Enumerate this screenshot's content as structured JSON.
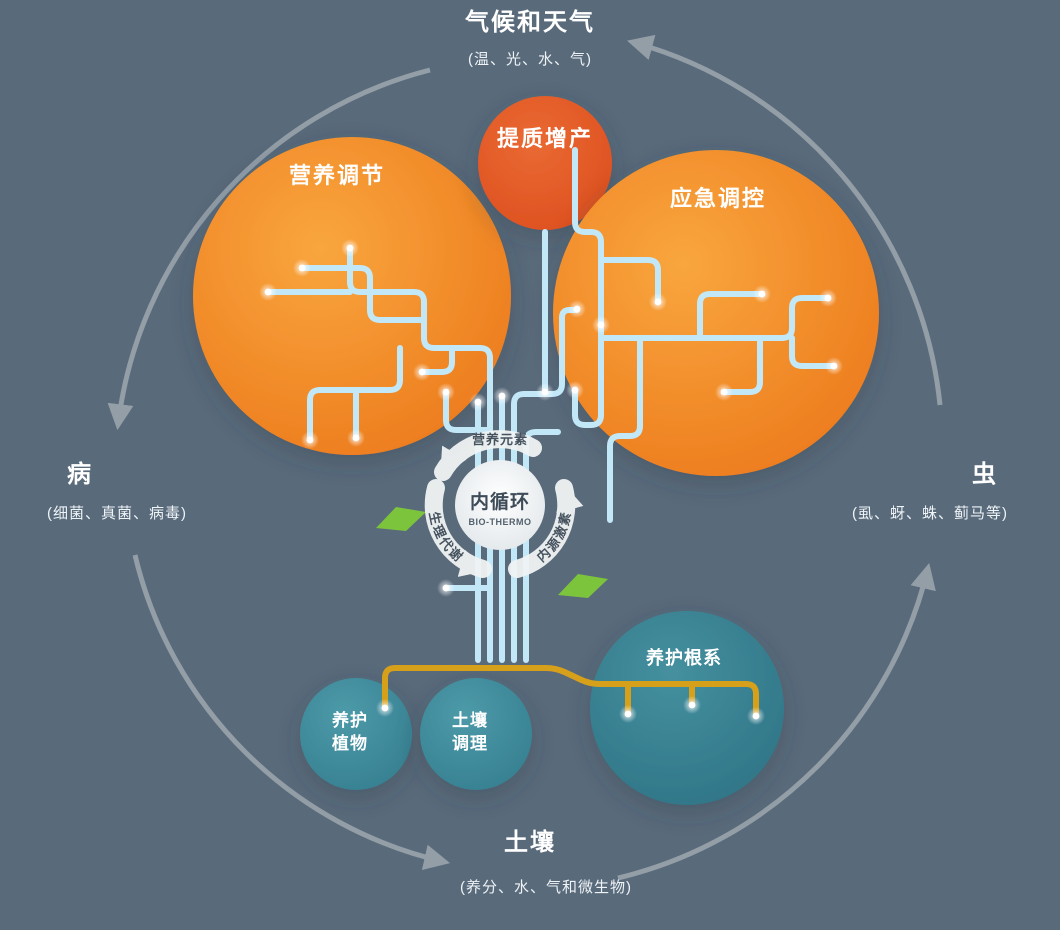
{
  "background": "#596a7b",
  "palette": {
    "orange": "#ec7a1c",
    "orange_light": "#f9a63e",
    "red_orange": "#dd4f1f",
    "teal": "#3f8e9e",
    "teal_dark": "#2e7486",
    "branch_blue": "#c2e8f8",
    "root_gold": "#d7a01b",
    "arrow_gray": "#9aa4ac",
    "leaf_green": "#7cc43c",
    "ring_white": "#f0f3f4",
    "text_dark": "#46535f",
    "text_white": "#ffffff"
  },
  "anchors": {
    "climate": {
      "title": "气候和天气",
      "subtitle": "(温、光、水、气)"
    },
    "disease": {
      "title": "病",
      "subtitle": "(细菌、真菌、病毒)"
    },
    "insect": {
      "title": "虫",
      "subtitle": "(虱、蚜、蛛、蓟马等)"
    },
    "soil": {
      "title": "土壤",
      "subtitle": "(养分、水、气和微生物)"
    }
  },
  "bubbles": {
    "nutrition": {
      "label": "营养调节"
    },
    "quality": {
      "label": "提质增产"
    },
    "emergency": {
      "label": "应急调控"
    },
    "plant_care": {
      "line1": "养护",
      "line2": "植物"
    },
    "soil_conditioning": {
      "line1": "土壤",
      "line2": "调理"
    },
    "root_care": {
      "label": "养护根系"
    }
  },
  "center": {
    "title": "内循环",
    "subtitle": "BIO-THERMO",
    "ring_labels": {
      "top": "营养元素",
      "left": "生理代谢",
      "right": "内源激素"
    }
  }
}
